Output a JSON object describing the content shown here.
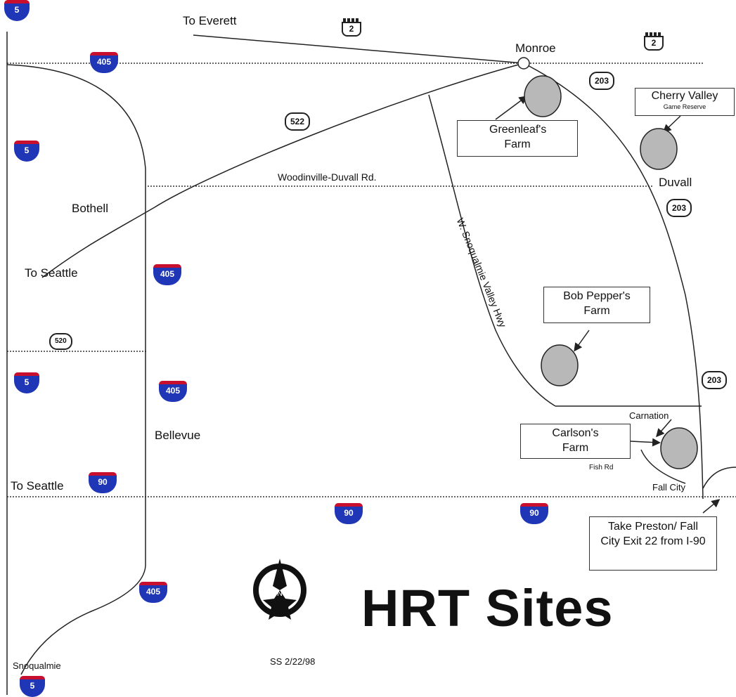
{
  "title": "HRT Sites",
  "footer_code": "SS 2/22/98",
  "places": {
    "to_everett": "To Everett",
    "monroe": "Monroe",
    "bothell": "Bothell",
    "to_seattle_north": "To Seattle",
    "duvall": "Duvall",
    "bellevue": "Bellevue",
    "to_seattle_south": "To Seattle",
    "carnation": "Carnation",
    "fall_city": "Fall City",
    "snoqualmie": "Snoqualmie"
  },
  "roads": {
    "woodinville_duvall": "Woodinville-Duvall Rd.",
    "w_snoqualmie_valley": "W. Snoqualmie Valley Hwy",
    "fish_rd": "Fish Rd"
  },
  "farms": {
    "greenleaf": "Greenleaf's Farm",
    "bob_pepper": "Bob Pepper's Farm",
    "carlson": "Carlson's Farm"
  },
  "reserve": {
    "name": "Cherry Valley",
    "subtitle": "Game Reserve"
  },
  "directions": "Take Preston/ Fall City Exit 22 from I-90",
  "shields": {
    "i5": "5",
    "i405": "405",
    "i90": "90",
    "us2": "2",
    "sr203": "203",
    "sr522": "522",
    "sr520": "520"
  },
  "colors": {
    "interstate_blue": "#1f36b6",
    "interstate_red": "#c8102e",
    "site_fill": "#b8b8b8"
  },
  "icons": {
    "compass": "compass-rose-icon"
  }
}
